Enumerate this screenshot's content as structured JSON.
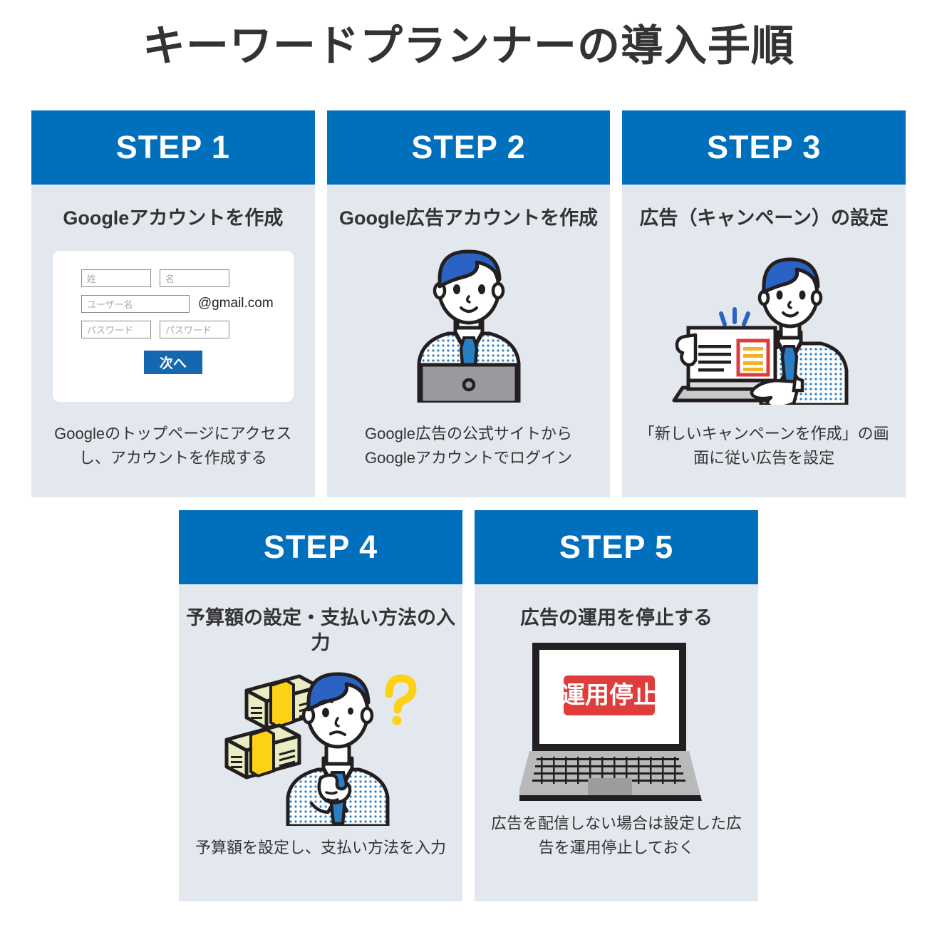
{
  "page": {
    "title": "キーワードプランナーの導入手順",
    "background": "#ffffff",
    "accent_blue": "#0070bc",
    "card_body": "#e3e8ef",
    "title_color": "#333333",
    "alert_red": "#e03c3c",
    "money_yellow": "#fcd116"
  },
  "steps": [
    {
      "header": "STEP 1",
      "subtitle": "Googleアカウントを作成",
      "caption": "Googleのトップページにアクセスし、アカウントを作成する",
      "illustration": "google-signup-form",
      "form": {
        "last_name_placeholder": "姓",
        "first_name_placeholder": "名",
        "username_placeholder": "ユーザー名",
        "domain_suffix": "@gmail.com",
        "password_placeholder": "パスワード",
        "password_confirm_placeholder": "パスワード",
        "next_button": "次へ"
      }
    },
    {
      "header": "STEP 2",
      "subtitle": "Google広告アカウントを作成",
      "caption": "Google広告の公式サイトからGoogleアカウントでログイン",
      "illustration": "businessman-with-laptop"
    },
    {
      "header": "STEP 3",
      "subtitle": "広告（キャンペーン）の設定",
      "caption": "「新しいキャンペーンを作成」の画面に従い広告を設定",
      "illustration": "businessman-presenting-laptop"
    },
    {
      "header": "STEP 4",
      "subtitle": "予算額の設定・支払い方法の入力",
      "caption": "予算額を設定し、支払い方法を入力",
      "illustration": "money-stacks-and-thinking-man"
    },
    {
      "header": "STEP 5",
      "subtitle": "広告の運用を停止する",
      "caption": "広告を配信しない場合は設定した広告を運用停止しておく",
      "illustration": "laptop-with-stop-badge",
      "screen_badge": "運用停止"
    }
  ]
}
